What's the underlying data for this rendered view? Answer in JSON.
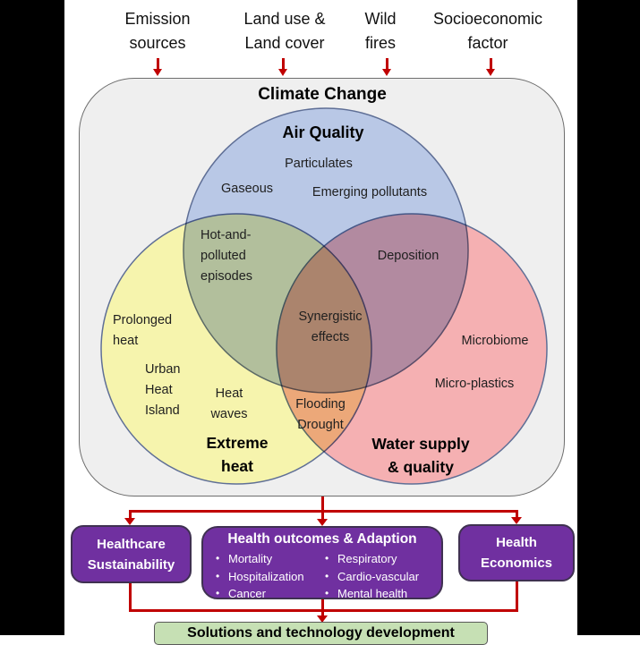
{
  "colors": {
    "accent_red": "#c00000",
    "purple_box": "#7030a0",
    "climate_fill": "#efefef",
    "solutions_fill": "#c6e0b4",
    "air_quality_fill": "#b9c8e6",
    "extreme_heat_fill": "#f6f4ad",
    "water_fill": "#f5b0b2",
    "circle_stroke": "#5f6f96"
  },
  "drivers": {
    "items": [
      {
        "label": "Emission\nsources"
      },
      {
        "label": "Land use &\nLand cover"
      },
      {
        "label": "Wild\nfires"
      },
      {
        "label": "Socioeconomic\nfactor"
      }
    ]
  },
  "climate": {
    "title": "Climate Change"
  },
  "venn": {
    "air_quality": {
      "title": "Air Quality",
      "labels": {
        "particulates": "Particulates",
        "gaseous": "Gaseous",
        "emerging_pollutants": "Emerging pollutants"
      }
    },
    "extreme_heat": {
      "title": "Extreme\nheat",
      "labels": {
        "prolonged_heat": "Prolonged\nheat",
        "urban_heat_island": "Urban\nHeat\nIsland",
        "heat_waves": "Heat\nwaves"
      }
    },
    "water": {
      "title": "Water supply\n& quality",
      "labels": {
        "microbiome": "Microbiome",
        "micro_plastics": "Micro-plastics"
      }
    },
    "overlaps": {
      "hot_and_polluted": "Hot-and-\npolluted\nepisodes",
      "deposition": "Deposition",
      "synergistic_effects": "Synergistic\neffects",
      "flooding_drought": "Flooding\nDrought"
    }
  },
  "outcomes": {
    "healthcare": {
      "label": "Healthcare\nSustainability"
    },
    "health_outcomes": {
      "title": "Health outcomes & Adaption",
      "bullets_left": [
        "Mortality",
        "Hospitalization",
        "Cancer"
      ],
      "bullets_right": [
        "Respiratory",
        "Cardio-vascular",
        "Mental health"
      ]
    },
    "economics": {
      "label": "Health\nEconomics"
    }
  },
  "solutions": {
    "label": "Solutions and technology development"
  }
}
